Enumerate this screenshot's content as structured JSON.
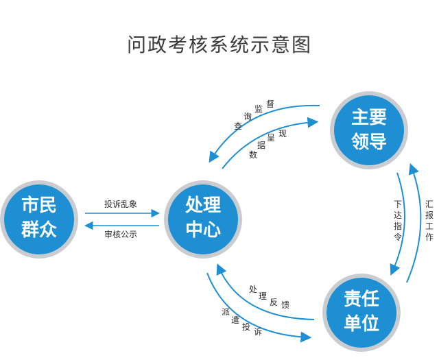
{
  "title": "问政考核系统示意图",
  "colors": {
    "node": "#1E8FD2",
    "ring": "#C9CDD2",
    "arrow": "#1E8FD2",
    "text": "#2b2b2b"
  },
  "nodes": {
    "citizens": {
      "line1": "市民",
      "line2": "群众"
    },
    "center": {
      "line1": "处理",
      "line2": "中心"
    },
    "leadership": {
      "line1": "主要",
      "line2": "领导"
    },
    "units": {
      "line1": "责任",
      "line2": "单位"
    }
  },
  "labels": {
    "report_issue": "投诉乱象",
    "review_public": "审核公示",
    "query_supervise": [
      "查",
      "询",
      "监",
      "督"
    ],
    "data_present": [
      "数",
      "据",
      "呈",
      "现"
    ],
    "issue_instruct": [
      "下",
      "达",
      "指",
      "令"
    ],
    "report_work": [
      "汇",
      "报",
      "工",
      "作"
    ],
    "process_feedback": [
      "处",
      "理",
      "反",
      "馈"
    ],
    "dispatch_complaint": [
      "派",
      "遣",
      "投",
      "诉"
    ]
  }
}
